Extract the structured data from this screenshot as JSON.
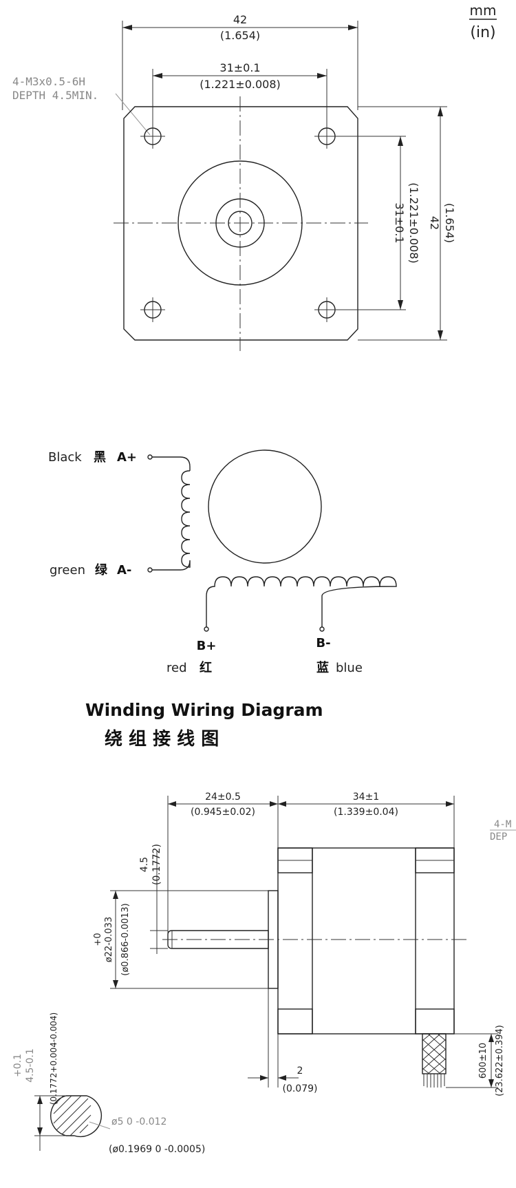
{
  "units": {
    "primary": "mm",
    "secondary": "(in)"
  },
  "front_view": {
    "overall_width": {
      "mm": "42",
      "in": "(1.654)"
    },
    "hole_spacing_h": {
      "mm": "31±0.1",
      "in": "(1.221±0.008)"
    },
    "hole_spacing_v": {
      "mm": "31±0.1",
      "in": "(1.221±0.008)"
    },
    "overall_height": {
      "mm": "42",
      "in": "(1.654)"
    },
    "hole_note": {
      "line1": "4-M3x0.5-6H",
      "line2": "DEPTH 4.5MIN."
    }
  },
  "wiring": {
    "a_plus": {
      "color_en": "Black",
      "color_zh": "黑",
      "label": "A+"
    },
    "a_minus": {
      "color_en": "green",
      "color_zh": "绿",
      "label": "A-"
    },
    "b_plus": {
      "label": "B+",
      "color_en": "red",
      "color_zh": "红"
    },
    "b_minus": {
      "label": "B-",
      "color_zh": "蓝",
      "color_en": "blue"
    },
    "title_en": "Winding Wiring Diagram",
    "title_zh": "绕 组 接 线 图"
  },
  "side_view": {
    "shaft_length": {
      "mm": "24±0.5",
      "in": "(0.945±0.02)"
    },
    "body_length": {
      "mm": "34±1",
      "in": "(1.339±0.04)"
    },
    "flat_length": {
      "mm": "4.5",
      "in": "(0.1772)"
    },
    "pilot_diameter": {
      "tol_upper": "+0",
      "mm": "ø22-0.033",
      "in": "(ø0.866-0.0013)"
    },
    "flange_thickness": {
      "mm": "2",
      "in": "(0.079)"
    },
    "lead_length": {
      "mm": "600±10",
      "in": "(23.622±0.394)"
    },
    "cut_note": {
      "line1": "4-M",
      "line2": "DEP"
    }
  },
  "shaft_section": {
    "flat_mm": "4.5-0.1",
    "flat_tol": "+0.1",
    "flat_in": "(0.1772+0.004-0.004)",
    "dia_mm": "ø5 0 -0.012",
    "dia_in": "(ø0.1969 0 -0.0005)"
  }
}
